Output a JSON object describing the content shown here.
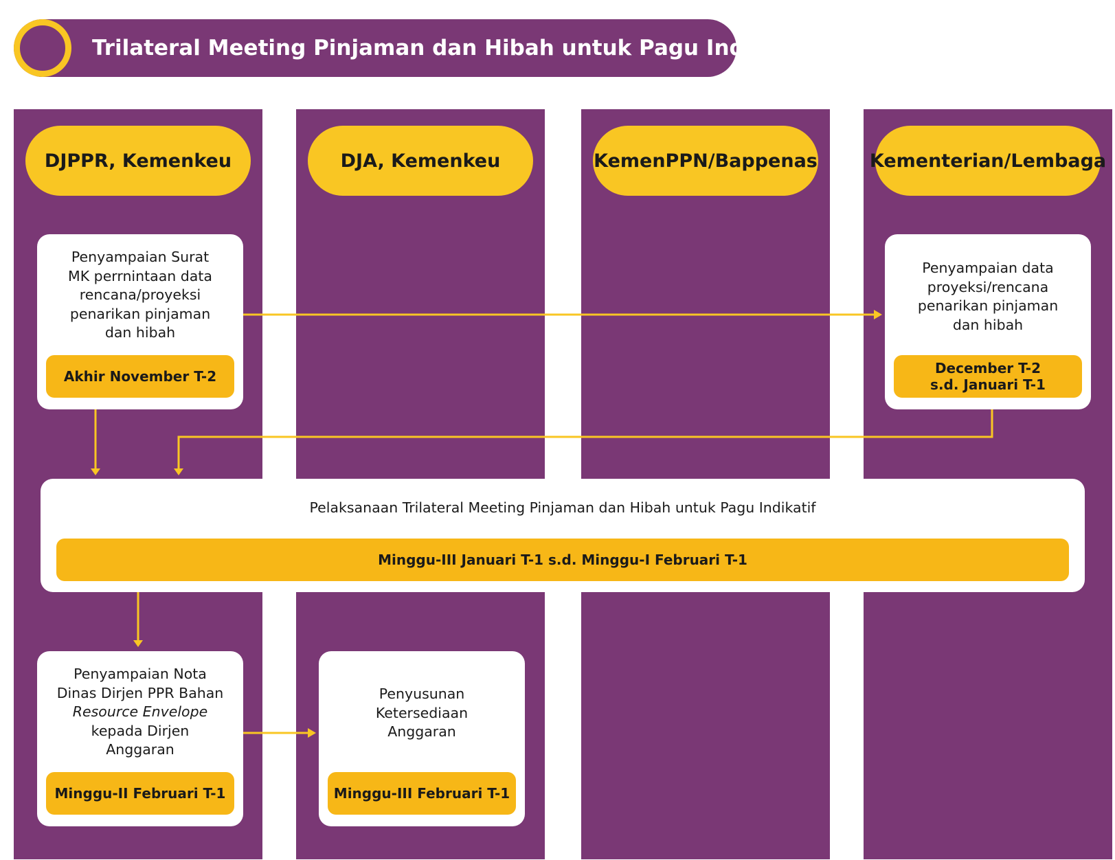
{
  "title": "Trilateral Meeting Pinjaman dan Hibah untuk Pagu Indikatif",
  "colors": {
    "purple": "#7a3875",
    "yellow": "#f9c623",
    "tag_yellow": "#f7b717",
    "arrow": "#f9c623",
    "card": "#ffffff"
  },
  "columns": [
    {
      "label": "DJPPR, Kemenkeu"
    },
    {
      "label": "DJA, Kemenkeu"
    },
    {
      "label": "KemenPPN/Bappenas"
    },
    {
      "label": "Kementerian/Lembaga"
    }
  ],
  "steps": {
    "djppr_request": {
      "text": "Penyampaian Surat\nMK perrnintaan data\nrencana/proyeksi\npenarikan pinjaman\ndan hibah",
      "timing": "Akhir November T-2"
    },
    "kl_submission": {
      "text": "Penyampaian data\nproyeksi/rencana\npenarikan pinjaman\ndan hibah",
      "timing": "December T-2\ns.d. Januari T-1"
    },
    "trilateral_meeting": {
      "text": "Pelaksanaan Trilateral Meeting Pinjaman dan Hibah untuk Pagu Indikatif",
      "timing": "Minggu-III Januari T-1 s.d. Minggu-I Februari T-1"
    },
    "djppr_nota": {
      "text_before": "Penyampaian Nota\nDinas Dirjen PPR Bahan",
      "text_italic": "Resource Envelope",
      "text_after": "kepada Dirjen\nAnggaran",
      "timing": "Minggu-II Februari T-1"
    },
    "dja_budget": {
      "text": "Penyusunan\nKetersediaan\nAnggaran",
      "timing": "Minggu-III Februari T-1"
    }
  }
}
